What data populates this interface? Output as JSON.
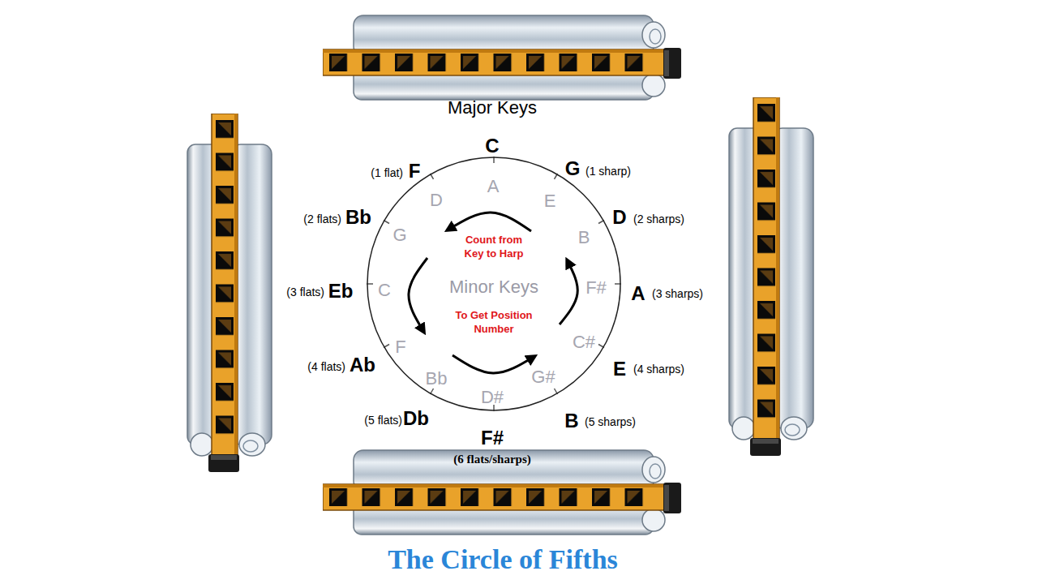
{
  "diagram": {
    "title": "The Circle of Fifths",
    "nodes": [
      {
        "text": [
          "Count from Key to Harp",
          "Minor Keys",
          "To Get Position Number"
        ]
      }
    ],
    "labels": [
      "Major Keys",
      "C",
      "G",
      "(1 sharp)",
      "D",
      "(2 sharps)",
      "A",
      "(3 sharps)",
      "E",
      "(4 sharps)",
      "B",
      "(5 sharps)",
      "F#",
      "(6 flats/sharps)",
      "Db",
      "(5 flats)",
      "Ab",
      "(4 flats)",
      "Eb",
      "(3 flats)",
      "Bb",
      "(2 flats)",
      "F",
      "(1 flat)",
      "A",
      "E",
      "B",
      "F#",
      "C#",
      "G#",
      "D#",
      "Bb",
      "F",
      "C",
      "G",
      "D"
    ]
  }
}
